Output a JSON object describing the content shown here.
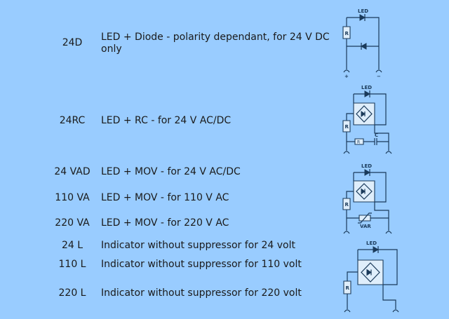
{
  "rows": [
    {
      "code": "24D",
      "description": "LED + Diode - polarity dependant, for 24 V DC only"
    },
    {
      "code": "24RC",
      "description": "LED + RC - for 24 V AC/DC"
    },
    {
      "code": "24 VAD",
      "description": "LED + MOV - for 24 V AC/DC"
    },
    {
      "code": "110 VA",
      "description": "LED + MOV - for 110 V AC"
    },
    {
      "code": "220 VA",
      "description": "LED + MOV - for 220 V AC"
    },
    {
      "code": "24 L",
      "description": "Indicator without suppressor for 24 volt"
    },
    {
      "code": "110 L",
      "description": "Indicator without suppressor for 110 volt"
    },
    {
      "code": "220 L",
      "description": "Indicator without suppressor for 220 volt"
    }
  ],
  "diagrams": {
    "d1": {
      "led": "LED",
      "r": "R",
      "plus": "+",
      "minus": "−"
    },
    "d2": {
      "led": "LED",
      "r": "R",
      "r2": "R",
      "c": "C"
    },
    "d3": {
      "led": "LED",
      "r": "R",
      "var": "VAR"
    },
    "d4": {
      "led": "LED",
      "r": "R"
    }
  }
}
